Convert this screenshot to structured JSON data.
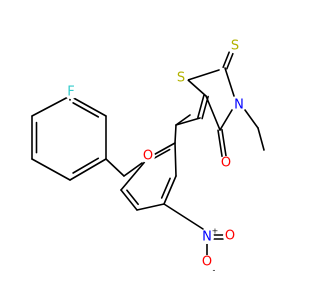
{
  "molecule": {
    "atoms": {
      "fluorine": {
        "label": "F",
        "color": "#33cccc"
      },
      "ether_oxygen": {
        "label": "O",
        "color": "#ff0000"
      },
      "ring_sulfur": {
        "label": "S",
        "color": "#b2b200"
      },
      "thione_sulfur": {
        "label": "S",
        "color": "#b2b200"
      },
      "ring_nitrogen": {
        "label": "N",
        "color": "#0000ff"
      },
      "carbonyl_oxygen": {
        "label": "O",
        "color": "#ff0000"
      },
      "nitro_nitrogen": {
        "label": "N",
        "color": "#0000ff",
        "charge": "+"
      },
      "nitro_oxygen_double": {
        "label": "O",
        "color": "#ff0000"
      },
      "nitro_oxygen_single": {
        "label": "O",
        "color": "#ff0000",
        "charge": "-"
      }
    },
    "bond_color": "#000000"
  }
}
